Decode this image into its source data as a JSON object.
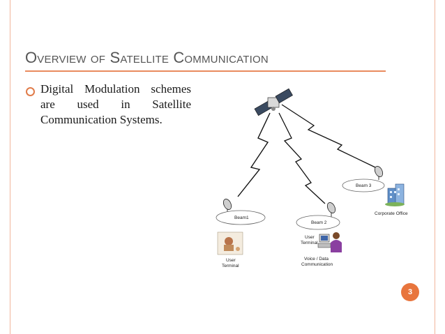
{
  "slide": {
    "title": "Overview of Satellite Communication",
    "bullets": [
      {
        "text": "Digital Modulation schemes are used in Satellite Communication Systems."
      }
    ],
    "page_number": "3"
  },
  "diagram": {
    "beam1_label": "Beam1",
    "beam2_label": "Beam 2",
    "beam3_label": "Beam 3",
    "user_terminal_1": [
      "User",
      "Terminal"
    ],
    "user_terminal_2": [
      "User",
      "Terminal"
    ],
    "voice_data": [
      "Voice / Data",
      "Communication"
    ],
    "corporate_office": "Corporate Office"
  },
  "colors": {
    "accent": "#e8753d",
    "rule": "#e98b5e",
    "title": "#555555"
  }
}
